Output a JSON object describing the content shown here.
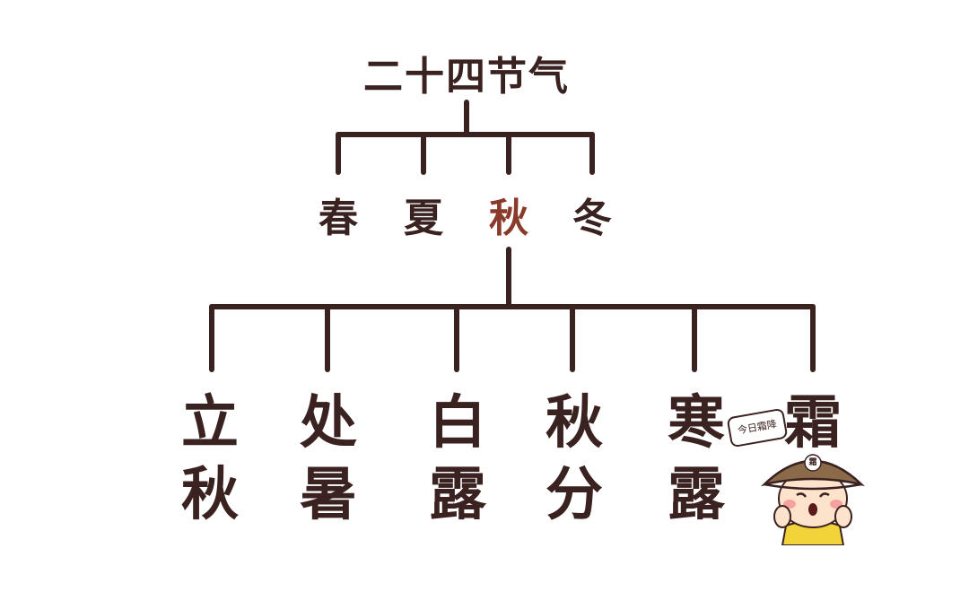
{
  "root": "二十四节气",
  "seasons": [
    {
      "label": "春",
      "highlight": false
    },
    {
      "label": "夏",
      "highlight": false
    },
    {
      "label": "秋",
      "highlight": true
    },
    {
      "label": "冬",
      "highlight": false
    }
  ],
  "terms": [
    {
      "line1": "立",
      "line2": "秋"
    },
    {
      "line1": "处",
      "line2": "暑"
    },
    {
      "line1": "白",
      "line2": "露"
    },
    {
      "line1": "秋",
      "line2": "分"
    },
    {
      "line1": "寒",
      "line2": "露"
    },
    {
      "line1": "霜",
      "line2": ""
    }
  ],
  "sticker": {
    "speech_bubble": "今日霜降",
    "hat_badge": "霜"
  },
  "colors": {
    "line": "#3a2220",
    "text": "#3a2220",
    "highlight": "#8a3a2a",
    "hat": "#8b6a4a",
    "shirt": "#f2d33a",
    "skin": "#fde3cc"
  }
}
